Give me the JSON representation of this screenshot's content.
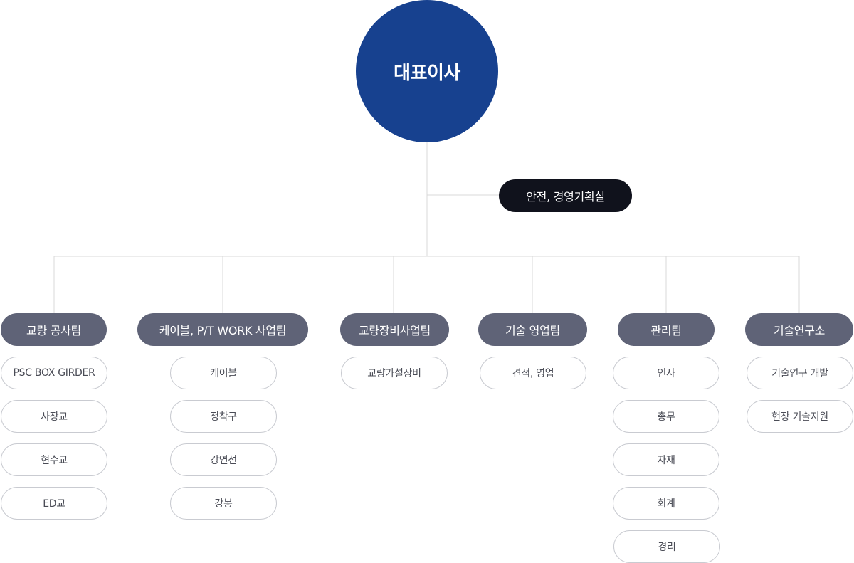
{
  "colors": {
    "ceo": "#17418f",
    "staff": "#10121c",
    "department": "#5f6377",
    "connector": "#d8d8d8",
    "sub_border": "#c9cbd1",
    "sub_text": "#4a4c56"
  },
  "ceo": {
    "label": "대표이사"
  },
  "staff": {
    "label": "안전, 경영기획실"
  },
  "departments": [
    {
      "label": "교량 공사팀",
      "items": [
        "PSC BOX GIRDER",
        "사장교",
        "현수교",
        "ED교"
      ]
    },
    {
      "label": "케이블, P/T WORK 사업팀",
      "items": [
        "케이블",
        "정착구",
        "강연선",
        "강봉"
      ]
    },
    {
      "label": "교량장비사업팀",
      "items": [
        "교량가설장비"
      ]
    },
    {
      "label": "기술 영업팀",
      "items": [
        "견적, 영업"
      ]
    },
    {
      "label": "관리팀",
      "items": [
        "인사",
        "총무",
        "자재",
        "회계",
        "경리"
      ]
    },
    {
      "label": "기술연구소",
      "items": [
        "기술연구 개발",
        "현장 기술지원"
      ]
    }
  ]
}
